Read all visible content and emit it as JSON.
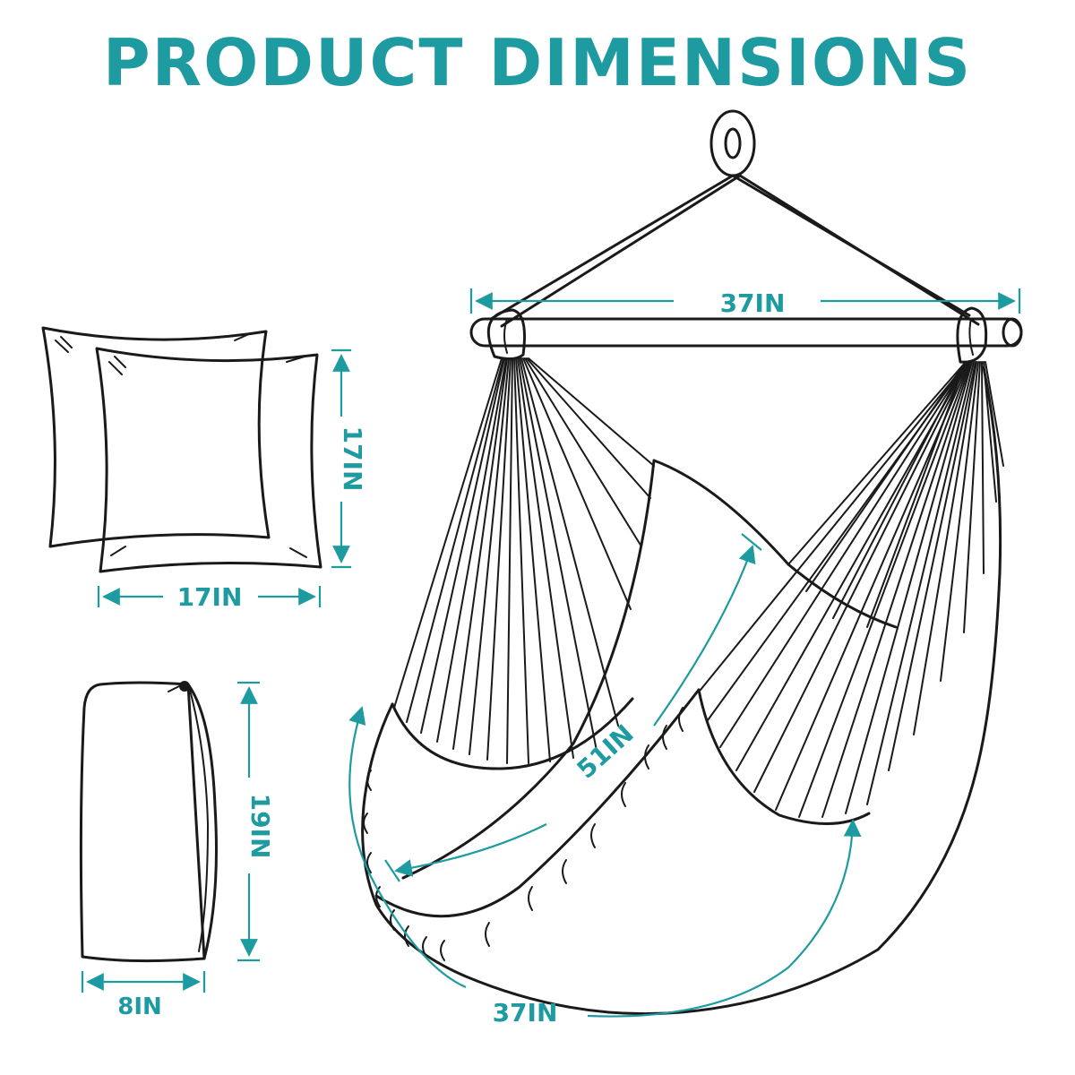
{
  "title": "PRODUCT DIMENSIONS",
  "accent_color": "#1d9ba0",
  "line_color": "#1a1a1a",
  "dimensions": {
    "chair_bar_width": "37IN",
    "chair_seat_depth": "51IN",
    "chair_seat_width": "37IN",
    "pillow_height": "17IN",
    "pillow_width": "17IN",
    "lumbar_height": "19IN",
    "lumbar_width": "8IN"
  },
  "illustrations": {
    "pillows": "square-pillows-icon",
    "lumbar": "lumbar-pillow-icon",
    "chair": "hammock-chair-icon"
  }
}
